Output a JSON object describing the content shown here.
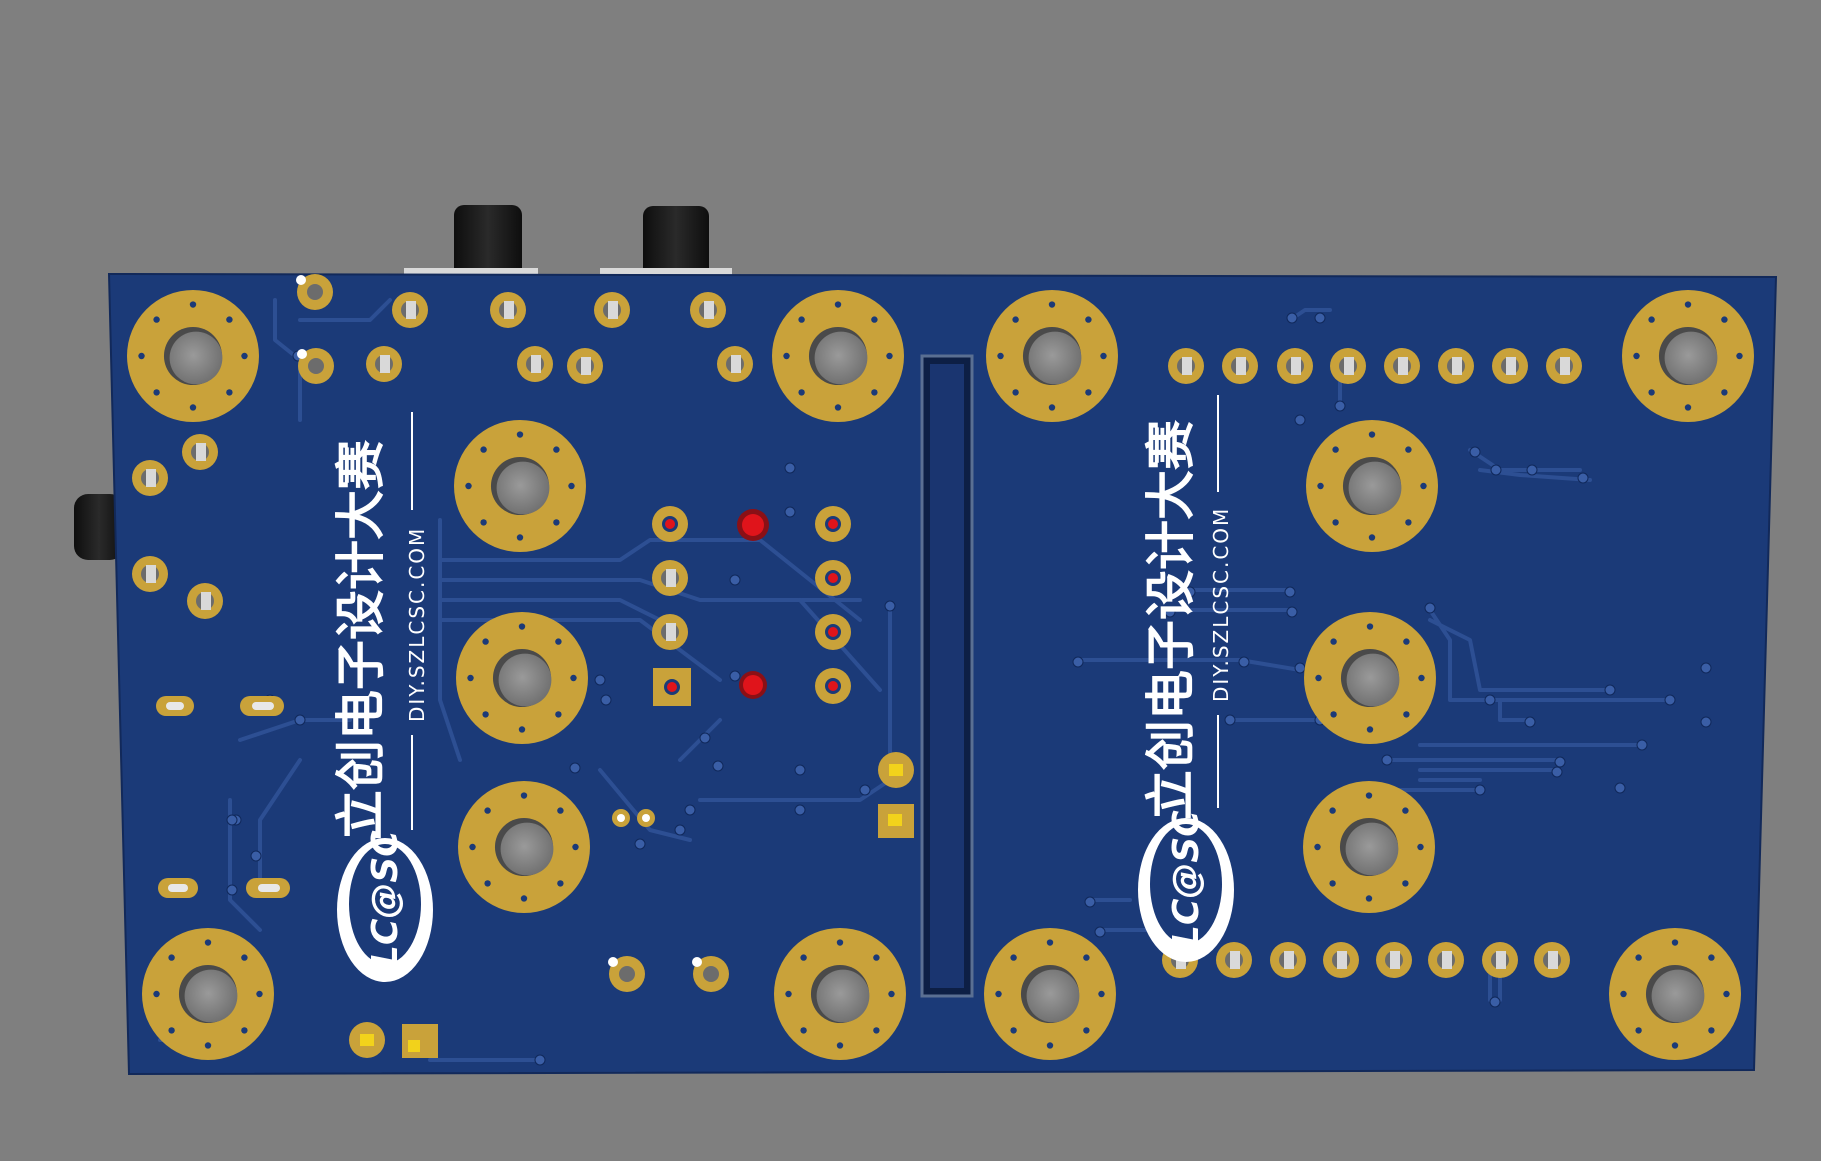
{
  "colors": {
    "background": "#7f7f7f",
    "board": "#1b3a78",
    "trace": "#2a4c8f",
    "pad_gold": "#c9a23a",
    "hole": "#8c8c8c",
    "led_red": "#e0141b",
    "button_black": "#1a1a1a"
  },
  "silkscreen": {
    "left": {
      "brand_cn": "立创电子设计大赛",
      "url": "DIY.SZLCSC.COM",
      "logo": "LC@SC"
    },
    "right": {
      "brand_cn": "立创电子设计大赛",
      "url": "DIY.SZLCSC.COM",
      "logo": "LC@SC"
    }
  }
}
